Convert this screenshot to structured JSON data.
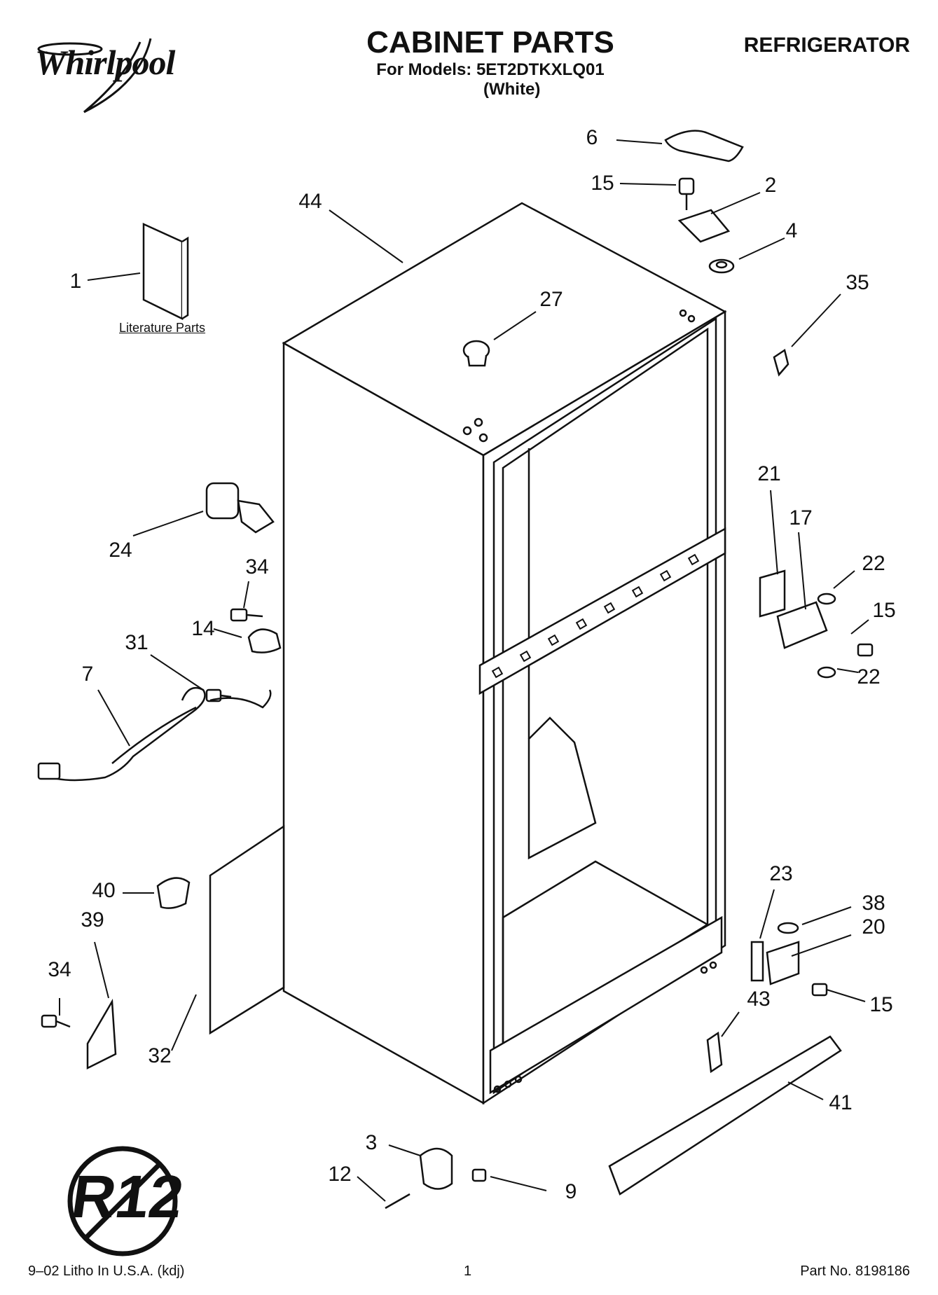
{
  "header": {
    "brand": "Whirlpool",
    "title": "CABINET PARTS",
    "models_line": "For Models: 5ET2DTKXLQ01",
    "variant": "(White)",
    "category": "REFRIGERATOR"
  },
  "parts": [
    {
      "ref": "1"
    },
    {
      "ref": "2"
    },
    {
      "ref": "3"
    },
    {
      "ref": "4"
    },
    {
      "ref": "6"
    },
    {
      "ref": "7"
    },
    {
      "ref": "9"
    },
    {
      "ref": "12"
    },
    {
      "ref": "14"
    },
    {
      "ref": "15"
    },
    {
      "ref": "15"
    },
    {
      "ref": "15"
    },
    {
      "ref": "17"
    },
    {
      "ref": "20"
    },
    {
      "ref": "21"
    },
    {
      "ref": "22"
    },
    {
      "ref": "22"
    },
    {
      "ref": "23"
    },
    {
      "ref": "24"
    },
    {
      "ref": "27"
    },
    {
      "ref": "31"
    },
    {
      "ref": "32"
    },
    {
      "ref": "34"
    },
    {
      "ref": "34"
    },
    {
      "ref": "35"
    },
    {
      "ref": "38"
    },
    {
      "ref": "39"
    },
    {
      "ref": "40"
    },
    {
      "ref": "41"
    },
    {
      "ref": "43"
    },
    {
      "ref": "44"
    }
  ],
  "literature_label": "Literature Parts",
  "refrigerant_badge": "R12",
  "footer": {
    "litho": "9–02 Litho In U.S.A. (kdj)",
    "page": "1",
    "part_number": "Part No. 8198186"
  }
}
